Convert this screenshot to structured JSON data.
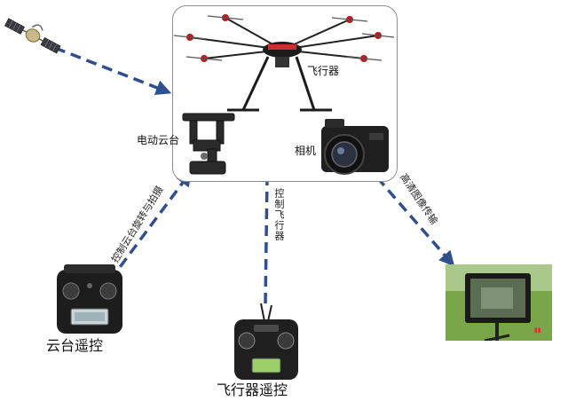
{
  "nodes": {
    "drone": {
      "label": "飞行器"
    },
    "gimbal": {
      "label": "电动云台"
    },
    "camera": {
      "label": "相机"
    },
    "gimbal_remote": {
      "label": "云台遥控"
    },
    "drone_remote": {
      "label": "飞行器遥控"
    }
  },
  "links": {
    "gimbal_control": "控制云台旋转与拍摄",
    "flight_control": "控制飞行器",
    "video_link": "高清图像传输"
  },
  "colors": {
    "arrow": "#2f4f8f",
    "hub_border": "#8e8e8e"
  }
}
